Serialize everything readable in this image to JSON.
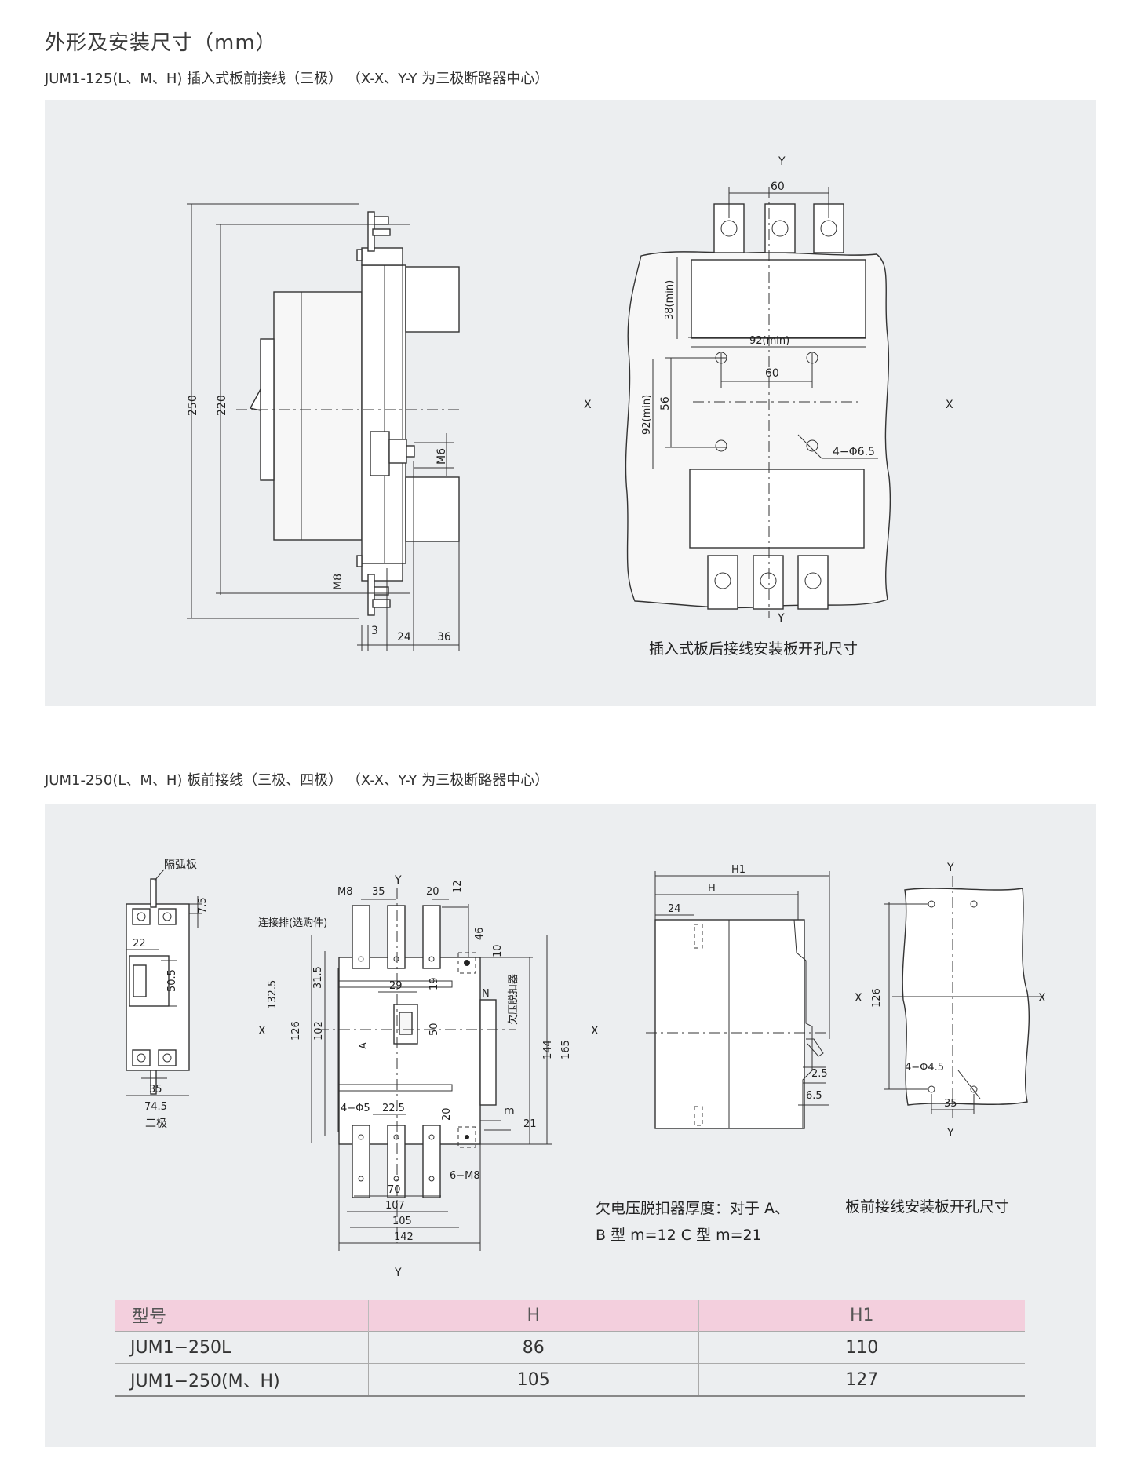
{
  "title": "外形及安装尺寸（mm）",
  "section1": {
    "caption": "JUM1-125(L、M、H) 插入式板前接线（三极） （X-X、Y-Y 为三极断路器中心）",
    "side_dims": {
      "d250": "250",
      "d220": "220",
      "m6": "M6",
      "m8": "M8",
      "d3": "3",
      "d24": "24",
      "d36": "36"
    },
    "front": {
      "y_top": "Y",
      "y_bottom": "Y",
      "x_left": "X",
      "x_right": "X",
      "d60_top": "60",
      "d38min": "38(min)",
      "d92min_h": "92(min)",
      "d60_mid": "60",
      "d92min_v": "92(min)",
      "d56": "56",
      "holes": "4−Φ6.5"
    },
    "front_caption": "插入式板后接线安装板开孔尺寸"
  },
  "section2": {
    "caption": "JUM1-250(L、M、H) 板前接线（三极、四极） （X-X、Y-Y 为三极断路器中心）",
    "twopole": {
      "arc": "隔弧板",
      "d7_5": "7.5",
      "d22": "22",
      "d50_5": "50.5",
      "d35": "35",
      "d74_5": "74.5",
      "label": "二极"
    },
    "main": {
      "y_top": "Y",
      "y_bottom": "Y",
      "x_left": "X",
      "x_right": "X",
      "m8": "M8",
      "d35": "35",
      "d20_top": "20",
      "d12": "12",
      "d46": "46",
      "d10": "10",
      "busbar": "连接排(选购件)",
      "d132_5": "132.5",
      "d31_5": "31.5",
      "d29": "29",
      "d19": "19",
      "n": "N",
      "uv": "欠压脱扣器",
      "d126": "126",
      "d102": "102",
      "a": "A",
      "d50": "50",
      "d144": "144",
      "d165": "165",
      "m": "m",
      "holes": "4−Φ5",
      "d22_5": "22.5",
      "d20_bot": "20",
      "d21": "21",
      "m8s": "6−M8",
      "d70": "70",
      "d107": "107",
      "d105": "105",
      "d142": "142"
    },
    "side": {
      "h1": "H1",
      "h": "H",
      "d24": "24",
      "d2_5": "2.5",
      "d6_5": "6.5"
    },
    "panel": {
      "y_top": "Y",
      "y_bottom": "Y",
      "x_left": "X",
      "x_right": "X",
      "d126": "126",
      "holes": "4−Φ4.5",
      "d35": "35"
    },
    "note_line1": "欠电压脱扣器厚度：对于 A、",
    "note_line2": "B 型 m=12  C 型 m=21",
    "panel_caption": "板前接线安装板开孔尺寸"
  },
  "table": {
    "headers": [
      "型号",
      "H",
      "H1"
    ],
    "rows": [
      [
        "JUM1−250L",
        "86",
        "110"
      ],
      [
        "JUM1−250(M、H)",
        "105",
        "127"
      ]
    ]
  }
}
